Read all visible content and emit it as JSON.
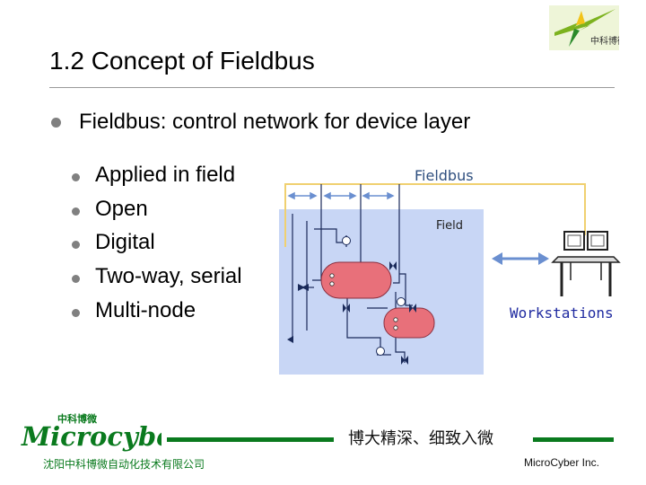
{
  "header": {
    "title": "1.2 Concept of Fieldbus"
  },
  "main": {
    "main_bullet": "Fieldbus: control network for device layer",
    "sub_bullets": [
      "Applied in field",
      "Open",
      "Digital",
      "Two-way, serial",
      "Multi-node"
    ]
  },
  "diagram": {
    "fieldbus_label": "Fieldbus",
    "field_label": "Field",
    "workstations_label": "Workstations"
  },
  "footer": {
    "logo_text": "Microcyber",
    "logo_cn": "中科博微",
    "motto": "博大精深、细致入微",
    "company_cn": "沈阳中科博微自动化技术有限公司",
    "company_en": "MicroCyber Inc."
  },
  "logo_top": {
    "cn_text": "中科博微"
  },
  "colors": {
    "accent_green": "#0a7a1e",
    "field_bg": "#c8d6f5",
    "tank_red": "#e8707a",
    "bus_line": "#f0d070",
    "arrow_blue": "#6a8fd0"
  }
}
